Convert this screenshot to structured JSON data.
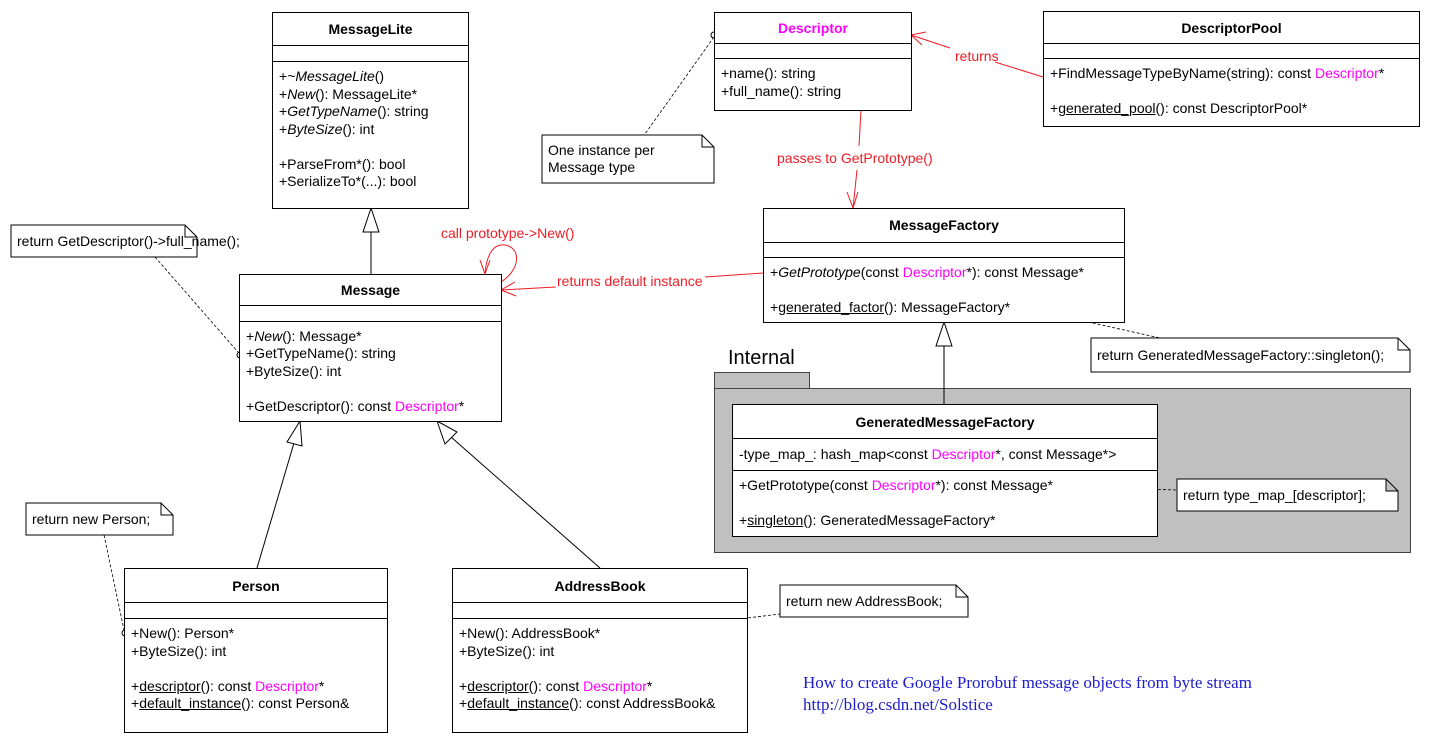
{
  "classes": {
    "messagelite": {
      "name": "MessageLite",
      "attributes": [],
      "ops": [
        [
          {
            "t": "+"
          },
          {
            "t": "~MessageLite",
            "i": true
          },
          {
            "t": "()"
          }
        ],
        [
          {
            "t": "+"
          },
          {
            "t": "New",
            "i": true
          },
          {
            "t": "(): MessageLite*"
          }
        ],
        [
          {
            "t": "+"
          },
          {
            "t": "GetTypeName",
            "i": true
          },
          {
            "t": "(): string"
          }
        ],
        [
          {
            "t": "+"
          },
          {
            "t": "ByteSize",
            "i": true
          },
          {
            "t": "(): int"
          }
        ],
        [],
        [
          {
            "t": "+ParseFrom*(): bool"
          }
        ],
        [
          {
            "t": "+SerializeTo*(...): bool"
          }
        ]
      ]
    },
    "descriptor": {
      "name": "Descriptor",
      "name_color": "#ff00ff",
      "attributes": [],
      "ops": [
        [
          {
            "t": "+name(): string"
          }
        ],
        [
          {
            "t": "+full_name(): string"
          }
        ]
      ]
    },
    "descriptorpool": {
      "name": "DescriptorPool",
      "attributes": [],
      "ops": [
        [
          {
            "t": "+FindMessageTypeByName(string): const "
          },
          {
            "t": "Descriptor",
            "m": true
          },
          {
            "t": "*"
          }
        ],
        [],
        [
          {
            "t": "+"
          },
          {
            "t": "generated_pool",
            "u": true
          },
          {
            "t": "(): const DescriptorPool*"
          }
        ]
      ]
    },
    "message": {
      "name": "Message",
      "attributes": [],
      "ops": [
        [
          {
            "t": "+"
          },
          {
            "t": "New",
            "i": true
          },
          {
            "t": "(): Message*"
          }
        ],
        [
          {
            "t": "+GetTypeName(): string"
          }
        ],
        [
          {
            "t": "+ByteSize(): int"
          }
        ],
        [],
        [
          {
            "t": "+GetDescriptor(): const "
          },
          {
            "t": "Descriptor",
            "m": true
          },
          {
            "t": "*"
          }
        ]
      ]
    },
    "messagefactory": {
      "name": "MessageFactory",
      "attributes": [],
      "ops": [
        [
          {
            "t": "+"
          },
          {
            "t": "GetPrototype",
            "i": true
          },
          {
            "t": "(const "
          },
          {
            "t": "Descriptor",
            "m": true
          },
          {
            "t": "*): const Message*"
          }
        ],
        [],
        [
          {
            "t": "+"
          },
          {
            "t": "generated_factor",
            "u": true
          },
          {
            "t": "(): MessageFactory*"
          }
        ]
      ]
    },
    "generatedmessagefactory": {
      "name": "GeneratedMessageFactory",
      "attributes": [
        [
          {
            "t": "-type_map_: hash_map<const "
          },
          {
            "t": "Descriptor",
            "m": true
          },
          {
            "t": "*, const Message*>"
          }
        ]
      ],
      "ops": [
        [
          {
            "t": "+GetPrototype(const "
          },
          {
            "t": "Descriptor",
            "m": true
          },
          {
            "t": "*): const Message*"
          }
        ],
        [],
        [
          {
            "t": "+"
          },
          {
            "t": "singleton",
            "u": true
          },
          {
            "t": "(): GeneratedMessageFactory*"
          }
        ]
      ]
    },
    "person": {
      "name": "Person",
      "attributes": [],
      "ops": [
        [
          {
            "t": "+New(): Person*"
          }
        ],
        [
          {
            "t": "+ByteSize(): int"
          }
        ],
        [],
        [
          {
            "t": "+"
          },
          {
            "t": "descriptor",
            "u": true
          },
          {
            "t": "(): const "
          },
          {
            "t": "Descriptor",
            "m": true
          },
          {
            "t": "*"
          }
        ],
        [
          {
            "t": "+"
          },
          {
            "t": "default_instance",
            "u": true
          },
          {
            "t": "(): const Person&"
          }
        ]
      ]
    },
    "addressbook": {
      "name": "AddressBook",
      "attributes": [],
      "ops": [
        [
          {
            "t": "+New(): AddressBook*"
          }
        ],
        [
          {
            "t": "+ByteSize(): int"
          }
        ],
        [],
        [
          {
            "t": "+"
          },
          {
            "t": "descriptor",
            "u": true
          },
          {
            "t": "(): const "
          },
          {
            "t": "Descriptor",
            "m": true
          },
          {
            "t": "*"
          }
        ],
        [
          {
            "t": "+"
          },
          {
            "t": "default_instance",
            "u": true
          },
          {
            "t": "(): const AddressBook&"
          }
        ]
      ]
    }
  },
  "notes": {
    "one_instance": "One instance per\nMessage type",
    "full_name": "return GetDescriptor()->full_name();",
    "singleton": "return GeneratedMessageFactory::singleton();",
    "type_map": "return type_map_[descriptor];",
    "new_person": "return new Person;",
    "new_addressbook": "return new AddressBook;"
  },
  "relations": {
    "returns": "returns",
    "passes": "passes to GetPrototype()",
    "returns_default": "returns default instance",
    "call_new": "call prototype->New()"
  },
  "package": {
    "label": "Internal",
    "fill": "#c0c0c0"
  },
  "footer": {
    "title": "How to create Google Prorobuf message objects from byte stream",
    "url": "http://blog.csdn.net/Solstice"
  },
  "colors": {
    "relation": "#ee1c25",
    "type_highlight": "#ff00ff",
    "footer": "#1d1dcc"
  }
}
